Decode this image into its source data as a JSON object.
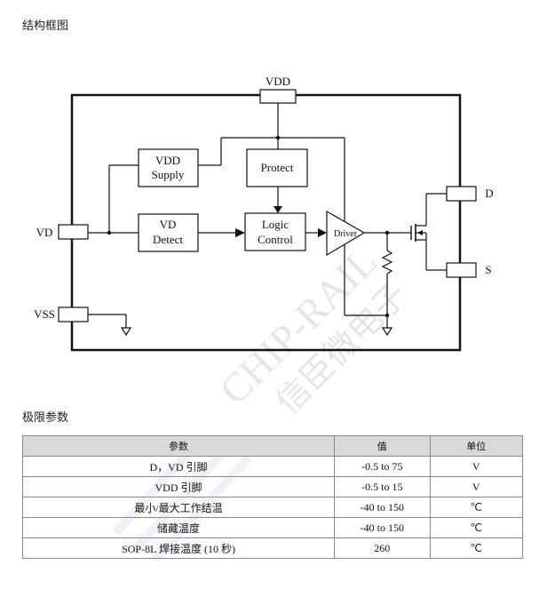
{
  "sections": {
    "block_diagram_title": "结构框图",
    "limits_title": "极限参数"
  },
  "diagram": {
    "pins": {
      "vdd": "VDD",
      "vd": "VD",
      "vss": "VSS",
      "d": "D",
      "s": "S"
    },
    "blocks": {
      "vdd_supply": [
        "VDD",
        "Supply"
      ],
      "protect": "Protect",
      "vd_detect": [
        "VD",
        "Detect"
      ],
      "logic_control": [
        "Logic",
        "Control"
      ],
      "driver": "Driver"
    }
  },
  "watermark": {
    "text_en": "CHIP-RAIL",
    "text_cn": "信臣微电子"
  },
  "limits_table": {
    "headers": [
      "参数",
      "值",
      "单位"
    ],
    "rows": [
      {
        "param": "D，VD  引脚",
        "value": "-0.5 to 75",
        "unit": "V"
      },
      {
        "param": "VDD  引脚",
        "value": "-0.5 to 15",
        "unit": "V"
      },
      {
        "param": "最小/最大工作结温",
        "value": "-40 to 150",
        "unit": "℃"
      },
      {
        "param": "储藏温度",
        "value": "-40 to 150",
        "unit": "℃"
      },
      {
        "param": "SOP-8L 焊接温度 (10 秒)",
        "value": "260",
        "unit": "℃"
      }
    ]
  }
}
